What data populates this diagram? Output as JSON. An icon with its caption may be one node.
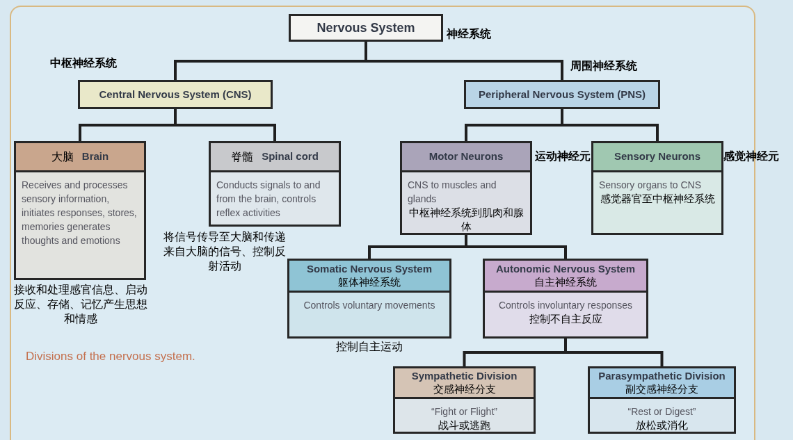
{
  "diagram": {
    "caption": "Divisions of the nervous system.",
    "nodes": [
      {
        "text": [
          "Nervous System"
        ],
        "beside": [
          "神经系统"
        ]
      },
      {
        "text": [
          "Central Nervous System (CNS)"
        ],
        "beside": [
          "中枢神经系统"
        ]
      },
      {
        "text": [
          "Peripheral Nervous System (PNS)"
        ],
        "beside": [
          "周围神经系统"
        ]
      },
      {
        "text": [
          "大脑",
          "Brain",
          "Receives and processes sensory information, initiates responses, stores, memories generates thoughts and emotions"
        ],
        "beside": [
          "接收和处理感官信息、启动反应、存储、记忆产生思想和情感"
        ]
      },
      {
        "text": [
          "脊髓",
          "Spinal cord",
          "Conducts signals to and from the brain, controls reflex activities"
        ],
        "beside": [
          "将信号传导至大脑和传递来自大脑的信号、控制反射活动"
        ]
      },
      {
        "text": [
          "Motor Neurons",
          "CNS to muscles and glands",
          "中枢神经系统到肌肉和腺体"
        ],
        "beside": [
          "运动神经元"
        ]
      },
      {
        "text": [
          "Sensory Neurons",
          "Sensory organs to CNS",
          "感觉器官至中枢神经系统"
        ],
        "beside": [
          "感觉神经元"
        ]
      },
      {
        "text": [
          "Somatic Nervous System",
          "躯体神经系统",
          "Controls voluntary movements"
        ],
        "beside": [
          "控制自主运动"
        ]
      },
      {
        "text": [
          "Autonomic Nervous System",
          "自主神经系统",
          "Controls involuntary responses",
          "控制不自主反应"
        ]
      },
      {
        "text": [
          "Sympathetic Division",
          "交感神经分支",
          "“Fight or Flight”",
          "战斗或逃跑"
        ]
      },
      {
        "text": [
          "Parasympathetic Division",
          "副交感神经分支",
          "“Rest or Digest”",
          "放松或消化"
        ]
      }
    ],
    "edges": [
      {
        "from": 0,
        "to": 1,
        "arrow": "none"
      },
      {
        "from": 0,
        "to": 2,
        "arrow": "none"
      },
      {
        "from": 1,
        "to": 3,
        "arrow": "none"
      },
      {
        "from": 1,
        "to": 4,
        "arrow": "none"
      },
      {
        "from": 2,
        "to": 5,
        "arrow": "none"
      },
      {
        "from": 2,
        "to": 6,
        "arrow": "none"
      },
      {
        "from": 5,
        "to": 7,
        "arrow": "none"
      },
      {
        "from": 5,
        "to": 8,
        "arrow": "none"
      },
      {
        "from": 8,
        "to": 9,
        "arrow": "none"
      },
      {
        "from": 8,
        "to": 10,
        "arrow": "none"
      }
    ]
  }
}
